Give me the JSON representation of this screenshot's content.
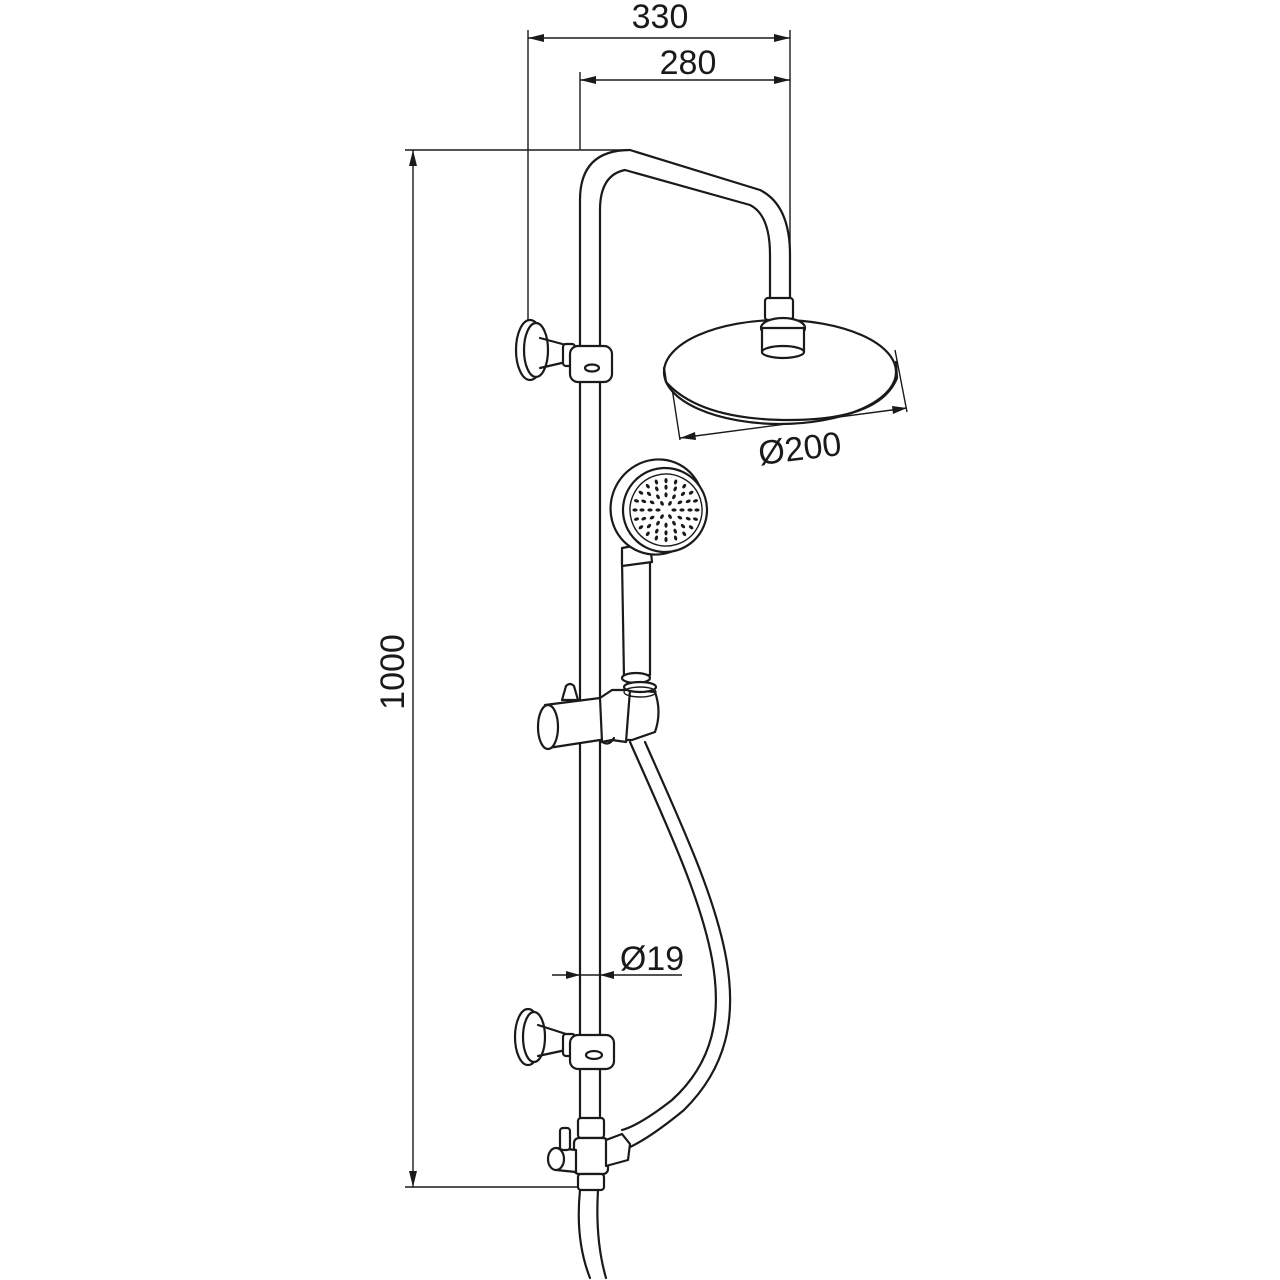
{
  "dimensions": {
    "width_overall": "330",
    "width_arm": "280",
    "head_diameter": "Ø200",
    "height": "1000",
    "rail_diameter": "Ø19"
  }
}
